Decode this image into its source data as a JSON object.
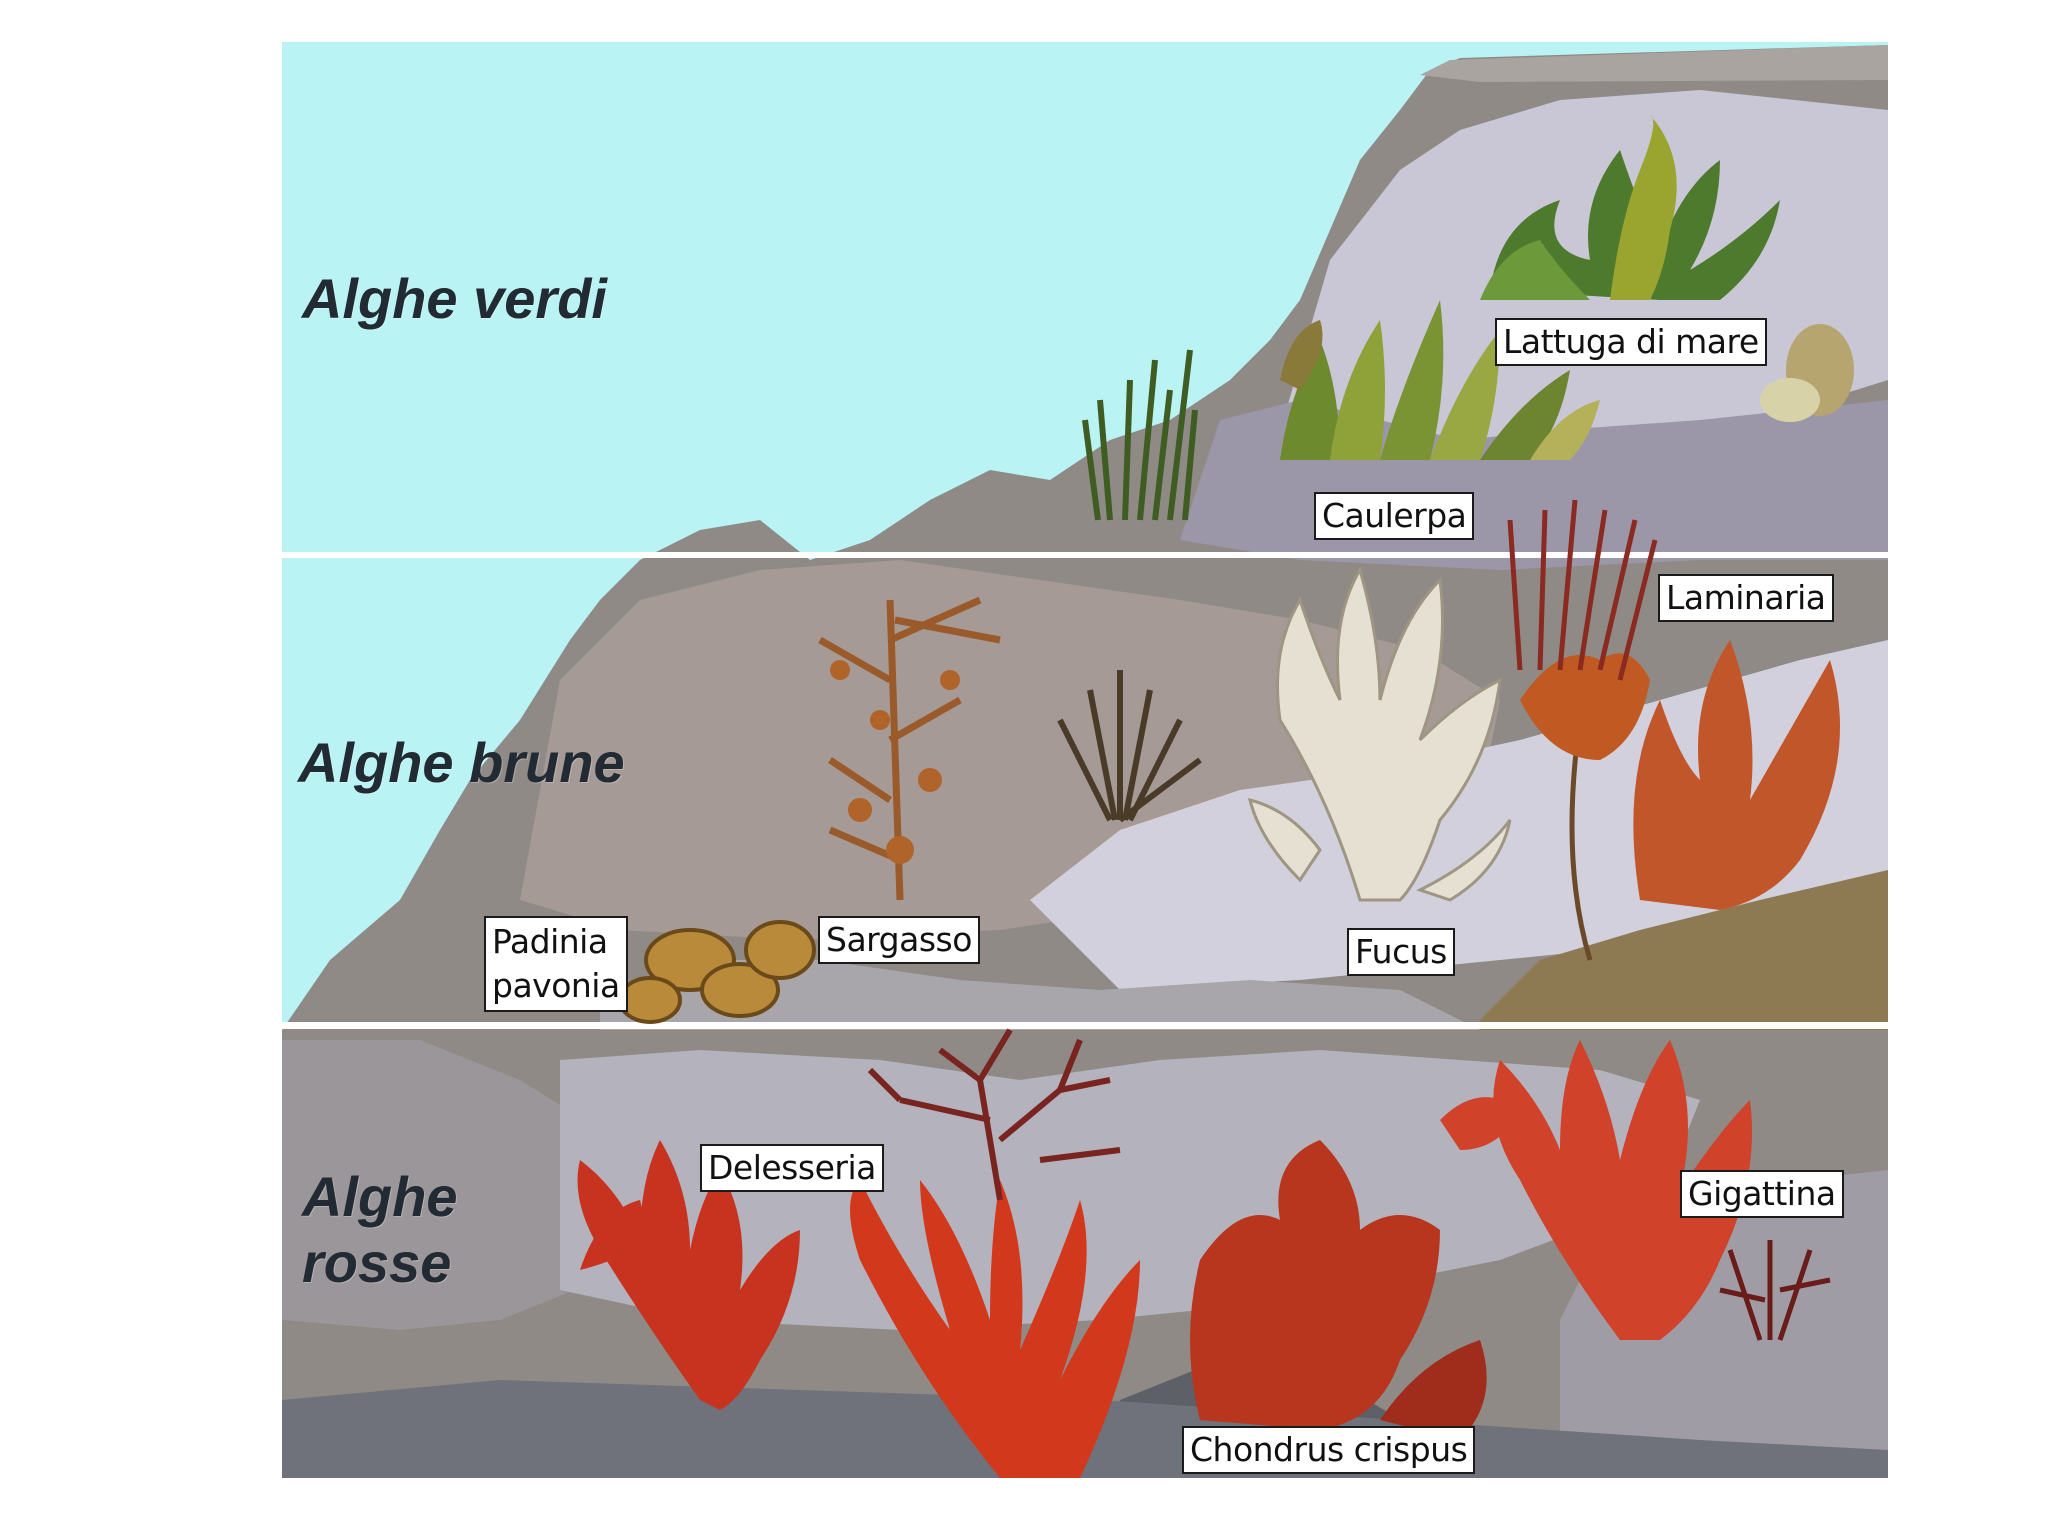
{
  "zones": [
    {
      "title": "Alghe verdi"
    },
    {
      "title": "Alghe brune"
    },
    {
      "title": "Alghe\nrosse"
    }
  ],
  "labels": {
    "lattuga": "Lattuga di mare",
    "caulerpa": "Caulerpa",
    "laminaria": "Laminaria",
    "padinia": "Padinia\npavonia",
    "sargasso": "Sargasso",
    "fucus": "Fucus",
    "delesseria": "Delesseria",
    "gigattina": "Gigattina",
    "chondrus": "Chondrus crispus"
  },
  "colors": {
    "water": "#b9f3f4",
    "green_algae": "#4e7a2e",
    "brown_algae": "#8a5a2b",
    "red_algae": "#c8331f",
    "rock_grey": "#8a8f96",
    "sand": "#8e7a52"
  }
}
